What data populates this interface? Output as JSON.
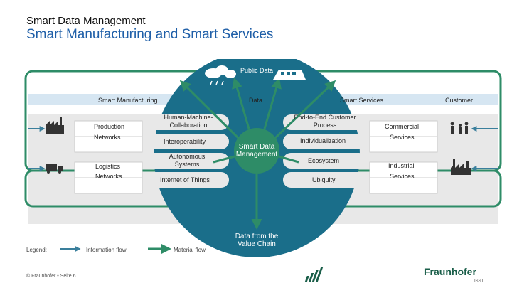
{
  "supertitle": "Smart Data Management",
  "title": "Smart Manufacturing and Smart Services",
  "center": "Smart Data Management",
  "top_source": "Public Data",
  "bottom_source": "Data from the Value Chain",
  "band": {
    "left": "Smart Manufacturing",
    "middle": "Data",
    "right": "Smart Services",
    "customer": "Customer"
  },
  "left_boxes": {
    "production_a": "Production",
    "production_b": "Networks",
    "logistics_a": "Logistics",
    "logistics_b": "Networks"
  },
  "manufacturing_topics": {
    "hmc": "Human-Machine-Collaboration",
    "interop": "Interoperability",
    "auto": "Autonomous Systems",
    "iot": "Internet of Things"
  },
  "service_topics": {
    "e2e": "End-to-End Customer Process",
    "indiv": "Individualization",
    "eco": "Ecosystem",
    "ubiq": "Ubiquity"
  },
  "right_boxes": {
    "commercial_a": "Commercial",
    "commercial_b": "Services",
    "industrial_a": "Industrial",
    "industrial_b": "Services"
  },
  "legend": {
    "title": "Legend:",
    "info": "Information flow",
    "material": "Material flow"
  },
  "footer": "© Fraunhofer  •  Seite 6",
  "logo": {
    "name": "Fraunhofer",
    "sub": "ISST"
  },
  "colors": {
    "teal": "#1a6e8a",
    "green_arrow": "#2e8c67",
    "light_grey": "#e6e6e6",
    "light_blue": "#d6e6f2",
    "title_blue": "#1f5fa8",
    "fraunhofer_green": "#1a5e49"
  },
  "icons": [
    "factory-icon",
    "truck-icon",
    "family-icon",
    "industry-icon",
    "cloud-icon",
    "train-icon"
  ]
}
